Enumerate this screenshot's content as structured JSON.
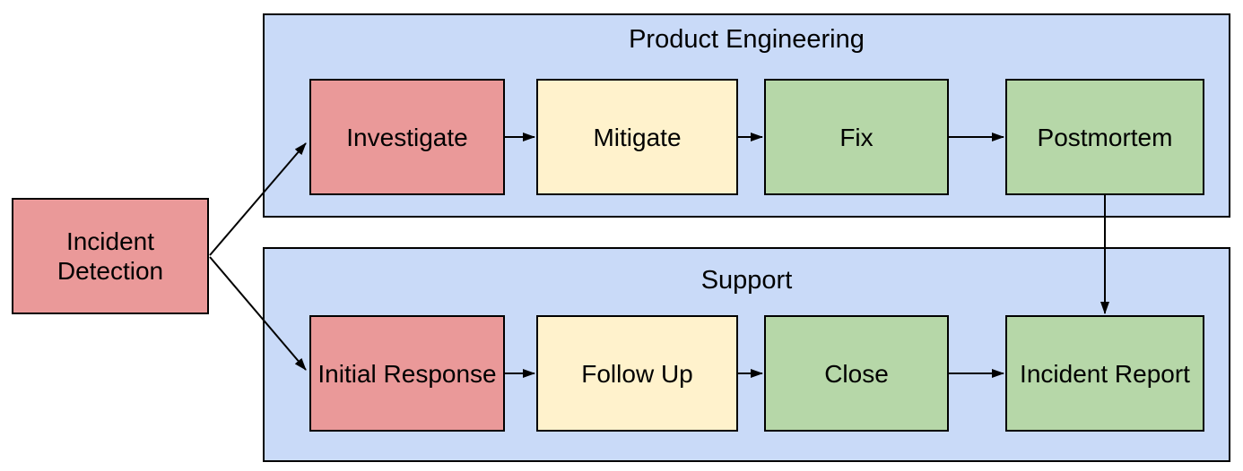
{
  "diagram": {
    "type": "flowchart",
    "background_color": "#ffffff",
    "colors": {
      "lane_fill": "#c9daf8",
      "red_fill": "#ea9999",
      "yellow_fill": "#fff2cc",
      "green_fill": "#b6d7a8",
      "border": "#000000",
      "arrow": "#000000",
      "text": "#000000"
    },
    "start_node": {
      "label": "Incident Detection",
      "color": "red"
    },
    "lanes": [
      {
        "label": "Product Engineering",
        "steps": [
          {
            "label": "Investigate",
            "color": "red"
          },
          {
            "label": "Mitigate",
            "color": "yellow"
          },
          {
            "label": "Fix",
            "color": "green"
          },
          {
            "label": "Postmortem",
            "color": "green"
          }
        ]
      },
      {
        "label": "Support",
        "steps": [
          {
            "label": "Initial Response",
            "color": "red"
          },
          {
            "label": "Follow Up",
            "color": "yellow"
          },
          {
            "label": "Close",
            "color": "green"
          },
          {
            "label": "Incident Report",
            "color": "green"
          }
        ]
      }
    ],
    "connections": [
      {
        "from": "Incident Detection",
        "to": "Investigate"
      },
      {
        "from": "Incident Detection",
        "to": "Initial Response"
      },
      {
        "from": "Investigate",
        "to": "Mitigate"
      },
      {
        "from": "Mitigate",
        "to": "Fix"
      },
      {
        "from": "Fix",
        "to": "Postmortem"
      },
      {
        "from": "Postmortem",
        "to": "Incident Report"
      },
      {
        "from": "Initial Response",
        "to": "Follow Up"
      },
      {
        "from": "Follow Up",
        "to": "Close"
      },
      {
        "from": "Close",
        "to": "Incident Report"
      }
    ]
  }
}
